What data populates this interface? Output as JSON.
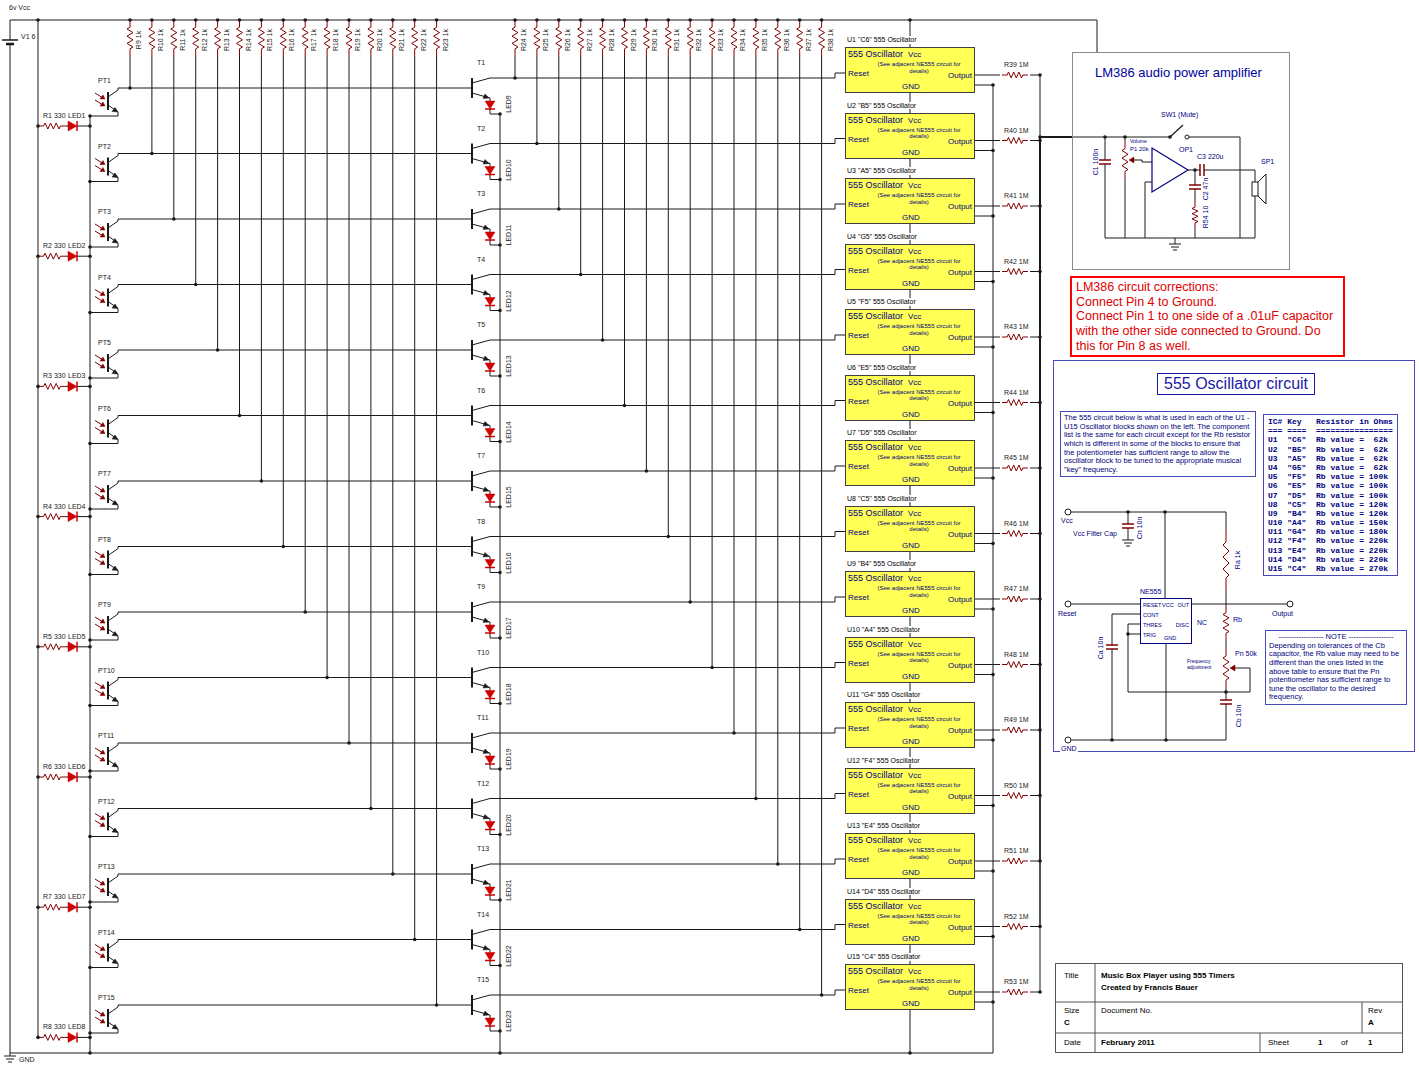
{
  "diagram": {
    "nodes": [
      {
        "text": [
          "U1 \"C6\" 555 Oscillator",
          "555 Oscillator",
          "Vcc",
          "(See adjacent NE555 circuit for details)",
          "Reset",
          "Output",
          "GND"
        ]
      },
      {
        "text": [
          "U2 \"B5\" 555 Oscillator",
          "555 Oscillator",
          "Vcc",
          "(See adjacent NE555 circuit for details)",
          "Reset",
          "Output",
          "GND"
        ]
      },
      {
        "text": [
          "U3 \"A5\" 555 Oscillator",
          "555 Oscillator",
          "Vcc",
          "(See adjacent NE555 circuit for details)",
          "Reset",
          "Output",
          "GND"
        ]
      },
      {
        "text": [
          "U4 \"G5\" 555 Oscillator",
          "555 Oscillator",
          "Vcc",
          "(See adjacent NE555 circuit for details)",
          "Reset",
          "Output",
          "GND"
        ]
      },
      {
        "text": [
          "U5 \"F5\" 555 Oscillator",
          "555 Oscillator",
          "Vcc",
          "(See adjacent NE555 circuit for details)",
          "Reset",
          "Output",
          "GND"
        ]
      },
      {
        "text": [
          "U6 \"E5\" 555 Oscillator",
          "555 Oscillator",
          "Vcc",
          "(See adjacent NE555 circuit for details)",
          "Reset",
          "Output",
          "GND"
        ]
      },
      {
        "text": [
          "U7 \"D5\" 555 Oscillator",
          "555 Oscillator",
          "Vcc",
          "(See adjacent NE555 circuit for details)",
          "Reset",
          "Output",
          "GND"
        ]
      },
      {
        "text": [
          "U8 \"C5\" 555 Oscillator",
          "555 Oscillator",
          "Vcc",
          "(See adjacent NE555 circuit for details)",
          "Reset",
          "Output",
          "GND"
        ]
      },
      {
        "text": [
          "U9 \"B4\" 555 Oscillator",
          "555 Oscillator",
          "Vcc",
          "(See adjacent NE555 circuit for details)",
          "Reset",
          "Output",
          "GND"
        ]
      },
      {
        "text": [
          "U10 \"A4\" 555 Oscillator",
          "555 Oscillator",
          "Vcc",
          "(See adjacent NE555 circuit for details)",
          "Reset",
          "Output",
          "GND"
        ]
      },
      {
        "text": [
          "U11 \"G4\" 555 Oscillator",
          "555 Oscillator",
          "Vcc",
          "(See adjacent NE555 circuit for details)",
          "Reset",
          "Output",
          "GND"
        ]
      },
      {
        "text": [
          "U12 \"F4\" 555 Oscillator",
          "555 Oscillator",
          "Vcc",
          "(See adjacent NE555 circuit for details)",
          "Reset",
          "Output",
          "GND"
        ]
      },
      {
        "text": [
          "U13 \"E4\" 555 Oscillator",
          "555 Oscillator",
          "Vcc",
          "(See adjacent NE555 circuit for details)",
          "Reset",
          "Output",
          "GND"
        ]
      },
      {
        "text": [
          "U14 \"D4\" 555 Oscillator",
          "555 Oscillator",
          "Vcc",
          "(See adjacent NE555 circuit for details)",
          "Reset",
          "Output",
          "GND"
        ]
      },
      {
        "text": [
          "U15 \"C4\" 555 Oscillator",
          "555 Oscillator",
          "Vcc",
          "(See adjacent NE555 circuit for details)",
          "Reset",
          "Output",
          "GND"
        ]
      },
      {
        "text": [
          "LM386 audio power amplifier"
        ]
      },
      {
        "text": [
          "LM386 circuit corrections:",
          "Connect Pin 4 to Ground.",
          "Connect Pin 1 to one side of a .01uF capacitor with the other side connected to Ground. Do this for Pin 8 as well."
        ]
      },
      {
        "text": [
          "555 Oscillator circuit"
        ]
      },
      {
        "text": [
          "The 555 circuit below is what is used in each of the U1 - U15 Oscillator blocks shown on the left. The component list is the same for each circuit except for the Rb resistor which is different in some of the blocks to ensure that the potentiometer has sufficient range to allow the oscillator block to be tuned to the appropriate musical \"key\" frequency."
        ],
        "in": 17
      },
      {
        "text": [
          "IC# Key   Resistor in Ohms",
          "=== ====  ================",
          "U1  \"C6\"  Rb value =  62k",
          "U2  \"B5\"  Rb value =  62k",
          "U3  \"A5\"  Rb value =  62k",
          "U4  \"G5\"  Rb value =  62k",
          "U5  \"F5\"  Rb value = 100k",
          "U6  \"E5\"  Rb value = 100k",
          "U7  \"D5\"  Rb value = 100k",
          "U8  \"C5\"  Rb value = 120k",
          "U9  \"B4\"  Rb value = 120k",
          "U10 \"A4\"  Rb value = 150k",
          "U11 \"G4\"  Rb value = 180k",
          "U12 \"F4\"  Rb value = 220k",
          "U13 \"E4\"  Rb value = 220k",
          "U14 \"D4\"  Rb value = 220k",
          "U15 \"C4\"  Rb value = 270k"
        ],
        "in": 17
      },
      {
        "text": [
          "NE555",
          "RESET",
          "VCC",
          "OUT",
          "CONT",
          "THRES",
          "TRIG",
          "GND",
          "DISC"
        ],
        "in": 17
      },
      {
        "text": [
          "------------------ NOTE ------------------",
          "Depending on tolerances of the Cb capacitor, the Rb value may need to be different than the ones listed in the above table to ensure that the Pn potentiometer has sufficient range to tune the oscillator to the desired frequency."
        ],
        "in": 17
      },
      {
        "text": [
          "Title",
          "Music Box Player using 555 Timers",
          "Created by Francis Bauer",
          "Size",
          "C",
          "Document No.",
          "Rev",
          "A",
          "Date",
          "February 2011",
          "Sheet",
          "1",
          "of",
          "1"
        ]
      }
    ],
    "edges": [
      {
        "from": 0,
        "to": 15,
        "arrow": "none"
      },
      {
        "from": 1,
        "to": 15,
        "arrow": "none"
      },
      {
        "from": 2,
        "to": 15,
        "arrow": "none"
      },
      {
        "from": 3,
        "to": 15,
        "arrow": "none"
      },
      {
        "from": 4,
        "to": 15,
        "arrow": "none"
      },
      {
        "from": 5,
        "to": 15,
        "arrow": "none"
      },
      {
        "from": 6,
        "to": 15,
        "arrow": "none"
      },
      {
        "from": 7,
        "to": 15,
        "arrow": "none"
      },
      {
        "from": 8,
        "to": 15,
        "arrow": "none"
      },
      {
        "from": 9,
        "to": 15,
        "arrow": "none"
      },
      {
        "from": 10,
        "to": 15,
        "arrow": "none"
      },
      {
        "from": 11,
        "to": 15,
        "arrow": "none"
      },
      {
        "from": 12,
        "to": 15,
        "arrow": "none"
      },
      {
        "from": 13,
        "to": 15,
        "arrow": "none"
      },
      {
        "from": 14,
        "to": 15,
        "arrow": "none"
      }
    ],
    "labels": [
      "6v Vcc",
      "V1 6",
      "R1 330",
      "LED1",
      "R2 330",
      "LED2",
      "R3 330",
      "LED3",
      "R4 330",
      "LED4",
      "R5 330",
      "LED5",
      "R6 330",
      "LED6",
      "R7 330",
      "LED7",
      "R8 330",
      "LED8",
      "PT1",
      "PT2",
      "PT3",
      "PT4",
      "PT5",
      "PT6",
      "PT7",
      "PT8",
      "PT9",
      "PT10",
      "PT11",
      "PT12",
      "PT13",
      "PT14",
      "PT15",
      "R9 1k",
      "R10 1k",
      "R11 1k",
      "R12 1k",
      "R13 1k",
      "R14 1k",
      "R15 1k",
      "R16 1k",
      "R17 1k",
      "R18 1k",
      "R19 1k",
      "R20 1k",
      "R21 1k",
      "R22 1k",
      "R23 1k",
      "T1",
      "T2",
      "T3",
      "T4",
      "T5",
      "T6",
      "T7",
      "T8",
      "T9",
      "T10",
      "T11",
      "T12",
      "T13",
      "T14",
      "T15",
      "LED9",
      "LED10",
      "LED11",
      "LED12",
      "LED13",
      "LED14",
      "LED15",
      "LED16",
      "LED17",
      "LED18",
      "LED19",
      "LED20",
      "LED21",
      "LED22",
      "LED23",
      "R24 1k",
      "R25 1k",
      "R26 1k",
      "R27 1k",
      "R28 1k",
      "R29 1k",
      "R30 1k",
      "R31 1k",
      "R32 1k",
      "R33 1k",
      "R34 1k",
      "R35 1k",
      "R36 1k",
      "R37 1k",
      "R38 1k",
      "R39 1M",
      "R40 1M",
      "R41 1M",
      "R42 1M",
      "R43 1M",
      "R44 1M",
      "R45 1M",
      "R46 1M",
      "R47 1M",
      "R48 1M",
      "R49 1M",
      "R50 1M",
      "R51 1M",
      "R52 1M",
      "R53 1M",
      "GND",
      "SW1 (Mute)",
      "Volume",
      "P1 20k",
      "C1 100n",
      "OP1",
      "C3 220u",
      "C2 47n",
      "R54 10",
      "SP1",
      "Vcc",
      "Vcc Filter Cap",
      "Cn 10n",
      "Reset",
      "Output",
      "Ra 1k",
      "Rb",
      "NC",
      "Pn 50k",
      "Frequency adjustment",
      "Ca 10n",
      "Cb 10n",
      "GND"
    ]
  }
}
